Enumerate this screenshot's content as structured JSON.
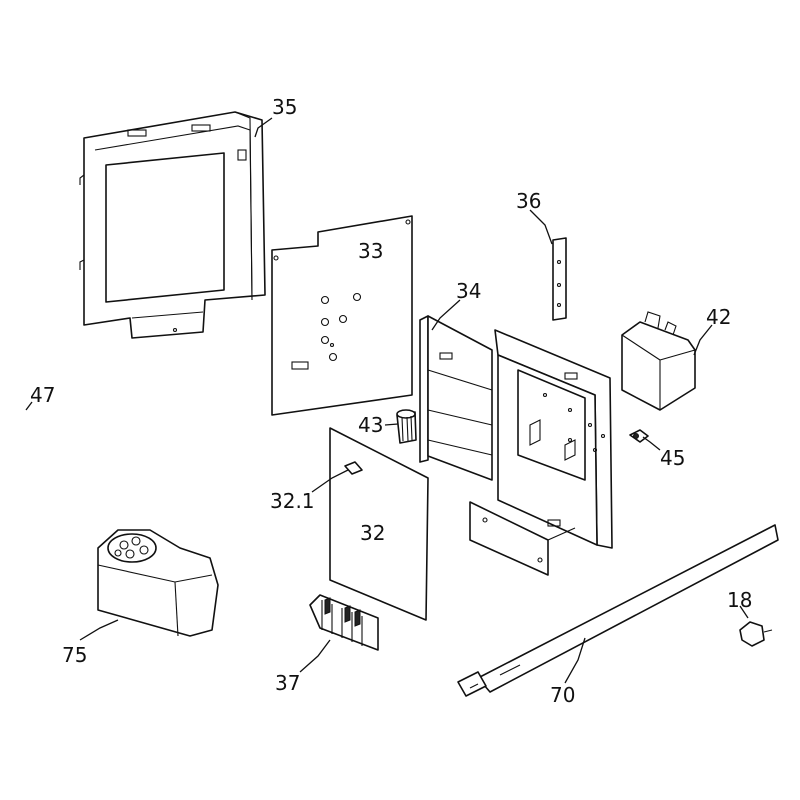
{
  "callouts": {
    "c35": "35",
    "c33": "33",
    "c36": "36",
    "c34": "34",
    "c42": "42",
    "c47": "47",
    "c43": "43",
    "c45": "45",
    "c32_1": "32.1",
    "c32": "32",
    "c18": "18",
    "c75": "75",
    "c37": "37",
    "c70": "70"
  }
}
